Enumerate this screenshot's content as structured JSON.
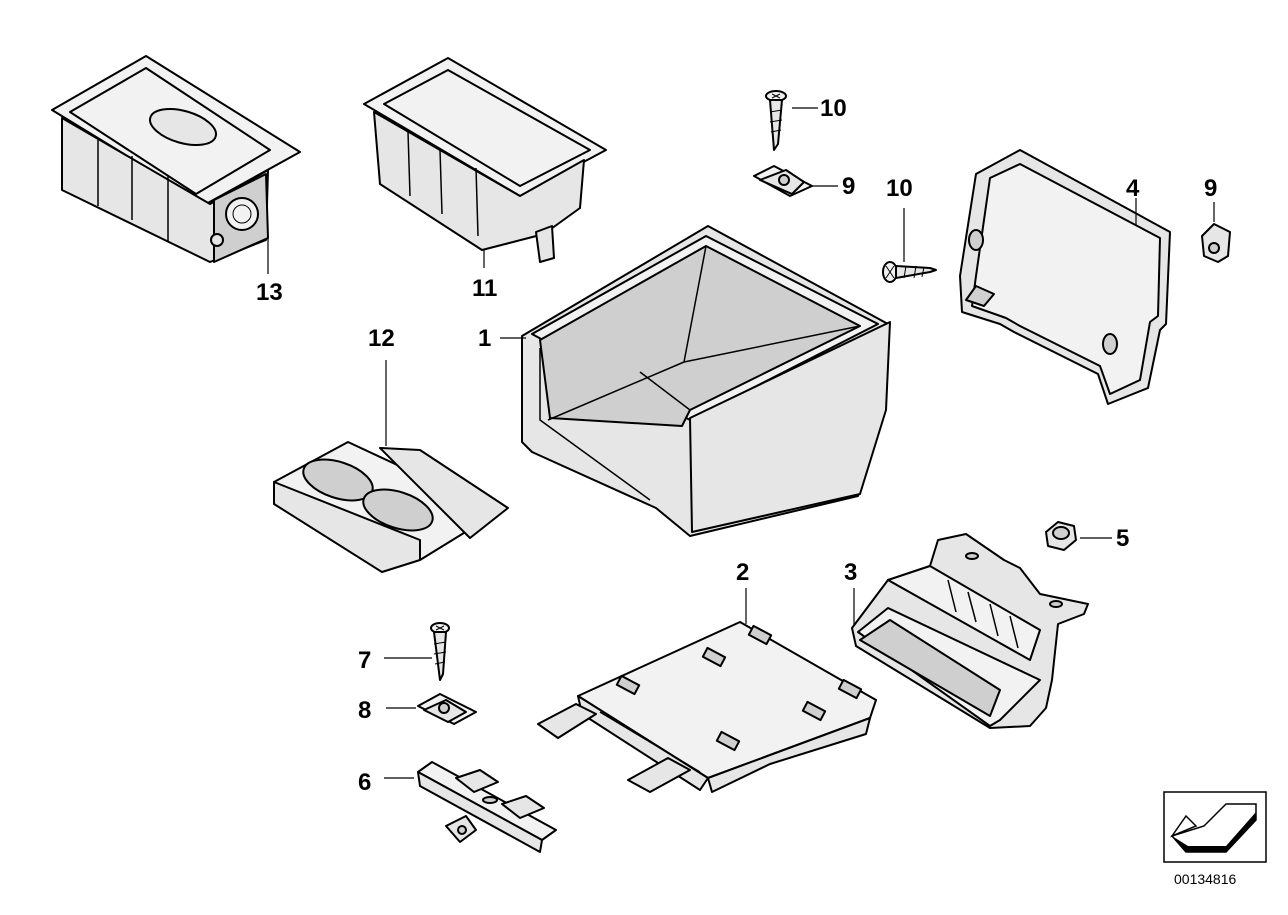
{
  "diagram": {
    "catalog_number": "00134816",
    "callouts": {
      "p1": "1",
      "p2": "2",
      "p3": "3",
      "p4": "4",
      "p5": "5",
      "p6": "6",
      "p7": "7",
      "p8": "8",
      "p9a": "9",
      "p9b": "9",
      "p10a": "10",
      "p10b": "10",
      "p11": "11",
      "p12": "12",
      "p13": "13"
    },
    "icons": {
      "direction": "arrow-direction-icon"
    }
  }
}
